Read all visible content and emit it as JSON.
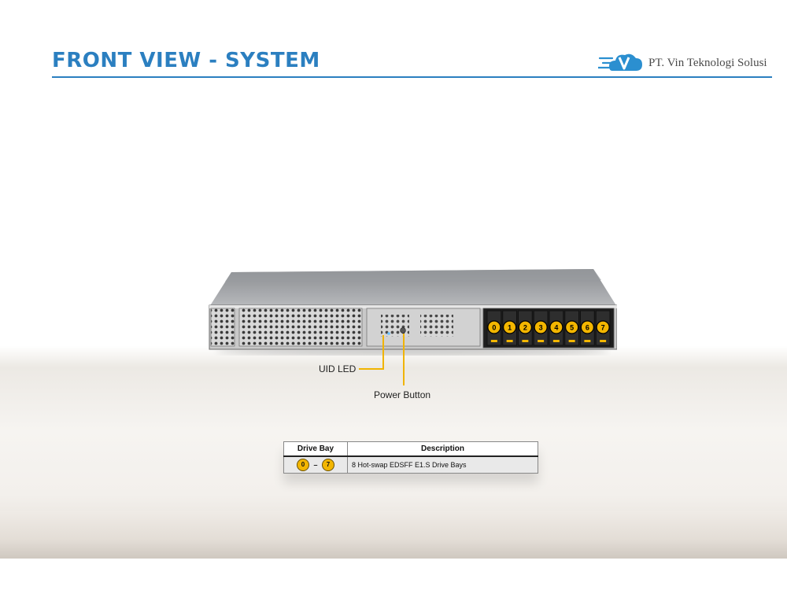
{
  "header": {
    "title": "FRONT VIEW - SYSTEM",
    "brand": "PT. Vin Teknologi Solusi",
    "accent_color": "#2b7fc0"
  },
  "callouts": {
    "uid_led": "UID LED",
    "power_button": "Power Button"
  },
  "drive_bays": [
    "0",
    "1",
    "2",
    "3",
    "4",
    "5",
    "6",
    "7"
  ],
  "table": {
    "headers": [
      "Drive Bay",
      "Description"
    ],
    "rows": [
      {
        "bay_from": "0",
        "bay_to": "7",
        "separator": "–",
        "description": "8 Hot-swap  EDSFF  E1.S Drive  Bays"
      }
    ]
  }
}
